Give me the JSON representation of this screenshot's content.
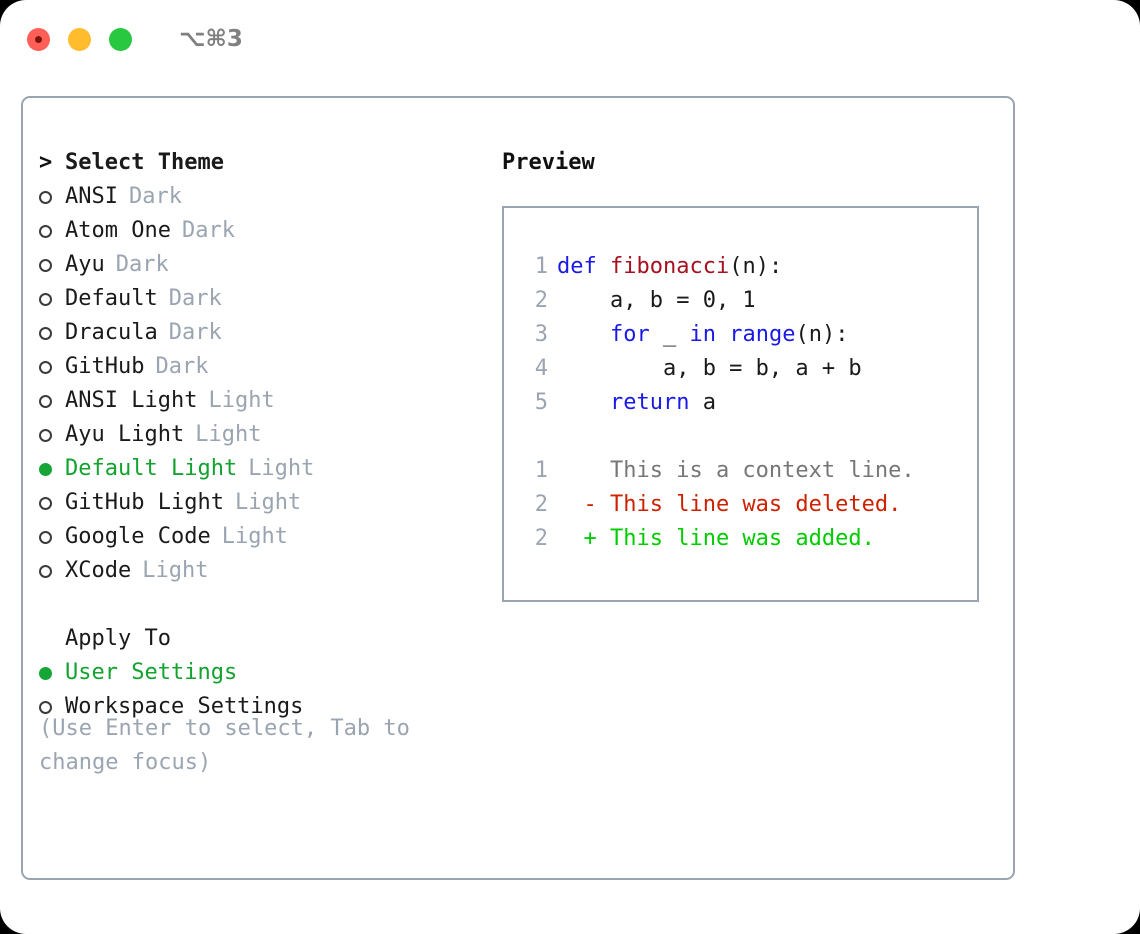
{
  "titlebar": {
    "shortcut": "⌥⌘3",
    "lights": [
      "close",
      "minimize",
      "zoom"
    ]
  },
  "theme_picker": {
    "header_marker": ">",
    "header": "Select Theme",
    "items": [
      {
        "marker": "○",
        "label": "ANSI",
        "suffix": "Dark",
        "selected": false
      },
      {
        "marker": "○",
        "label": "Atom One",
        "suffix": "Dark",
        "selected": false
      },
      {
        "marker": "○",
        "label": "Ayu",
        "suffix": "Dark",
        "selected": false
      },
      {
        "marker": "○",
        "label": "Default",
        "suffix": "Dark",
        "selected": false
      },
      {
        "marker": "○",
        "label": "Dracula",
        "suffix": "Dark",
        "selected": false
      },
      {
        "marker": "○",
        "label": "GitHub",
        "suffix": "Dark",
        "selected": false
      },
      {
        "marker": "○",
        "label": "ANSI Light",
        "suffix": "Light",
        "selected": false
      },
      {
        "marker": "○",
        "label": "Ayu Light",
        "suffix": "Light",
        "selected": false
      },
      {
        "marker": "●",
        "label": "Default Light",
        "suffix": "Light",
        "selected": true
      },
      {
        "marker": "○",
        "label": "GitHub Light",
        "suffix": "Light",
        "selected": false
      },
      {
        "marker": "○",
        "label": "Google Code",
        "suffix": "Light",
        "selected": false
      },
      {
        "marker": "○",
        "label": "XCode",
        "suffix": "Light",
        "selected": false
      }
    ]
  },
  "apply_to": {
    "header": "Apply To",
    "items": [
      {
        "marker": "●",
        "label": "User Settings",
        "selected": true
      },
      {
        "marker": "○",
        "label": "Workspace Settings",
        "selected": false
      }
    ]
  },
  "hint": "(Use Enter to select, Tab to change focus)",
  "preview": {
    "title": "Preview",
    "code_lines": [
      {
        "num": "1",
        "tokens": [
          {
            "t": "def ",
            "c": "kw"
          },
          {
            "t": "fibonacci",
            "c": "fn"
          },
          {
            "t": "(n):",
            "c": "txt"
          }
        ]
      },
      {
        "num": "2",
        "tokens": [
          {
            "t": "    a, b = 0, 1",
            "c": "txt"
          }
        ]
      },
      {
        "num": "3",
        "tokens": [
          {
            "t": "    ",
            "c": "txt"
          },
          {
            "t": "for ",
            "c": "kw"
          },
          {
            "t": "_ ",
            "c": "txt"
          },
          {
            "t": "in ",
            "c": "kw"
          },
          {
            "t": "range",
            "c": "kw"
          },
          {
            "t": "(n):",
            "c": "txt"
          }
        ]
      },
      {
        "num": "4",
        "tokens": [
          {
            "t": "        a, b = b, a + b",
            "c": "txt"
          }
        ]
      },
      {
        "num": "5",
        "tokens": [
          {
            "t": "    ",
            "c": "txt"
          },
          {
            "t": "return ",
            "c": "kw"
          },
          {
            "t": "a",
            "c": "txt"
          }
        ]
      }
    ],
    "diff_lines": [
      {
        "num": "1",
        "sign": " ",
        "text": "This is a context line.",
        "kind": "ctx"
      },
      {
        "num": "2",
        "sign": "-",
        "text": "This line was deleted.",
        "kind": "del"
      },
      {
        "num": "2",
        "sign": "+",
        "text": "This line was added.",
        "kind": "add"
      }
    ]
  },
  "colors": {
    "selected_green": "#12a32e",
    "muted_gray": "#9aa5b1",
    "keyword_blue": "#1a1ae6",
    "function_red": "#a5111f",
    "diff_delete": "#cc2200",
    "diff_add": "#00cc00",
    "border": "#9aa5b1"
  }
}
